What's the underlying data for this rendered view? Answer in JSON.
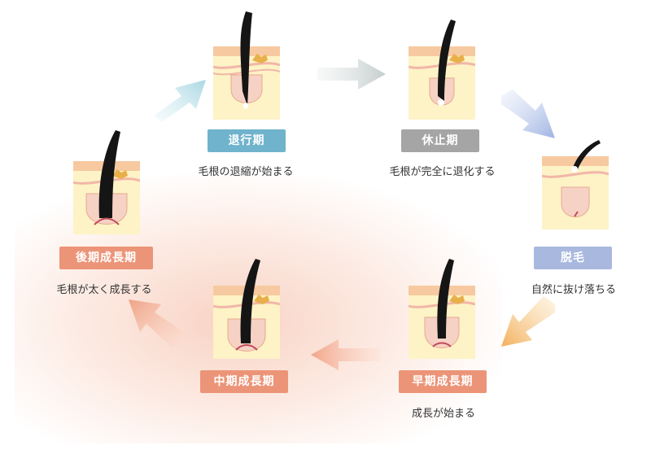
{
  "stages": [
    {
      "id": "taikoki",
      "label": "退行期",
      "desc": "毛根の退縮が始まる",
      "color": "#6fb3cc"
    },
    {
      "id": "kyushiki",
      "label": "休止期",
      "desc": "毛根が完全に退化する",
      "color": "#a5a5a5"
    },
    {
      "id": "datsumo",
      "label": "脱毛",
      "desc": "自然に抜け落ちる",
      "color": "#a9b8df"
    },
    {
      "id": "soki",
      "label": "早期成長期",
      "desc": "成長が始まる",
      "color": "#ec9478"
    },
    {
      "id": "chuki",
      "label": "中期成長期",
      "desc": "",
      "color": "#ec9478"
    },
    {
      "id": "koki",
      "label": "後期成長期",
      "desc": "毛根が太く成長する",
      "color": "#ec9478"
    }
  ]
}
